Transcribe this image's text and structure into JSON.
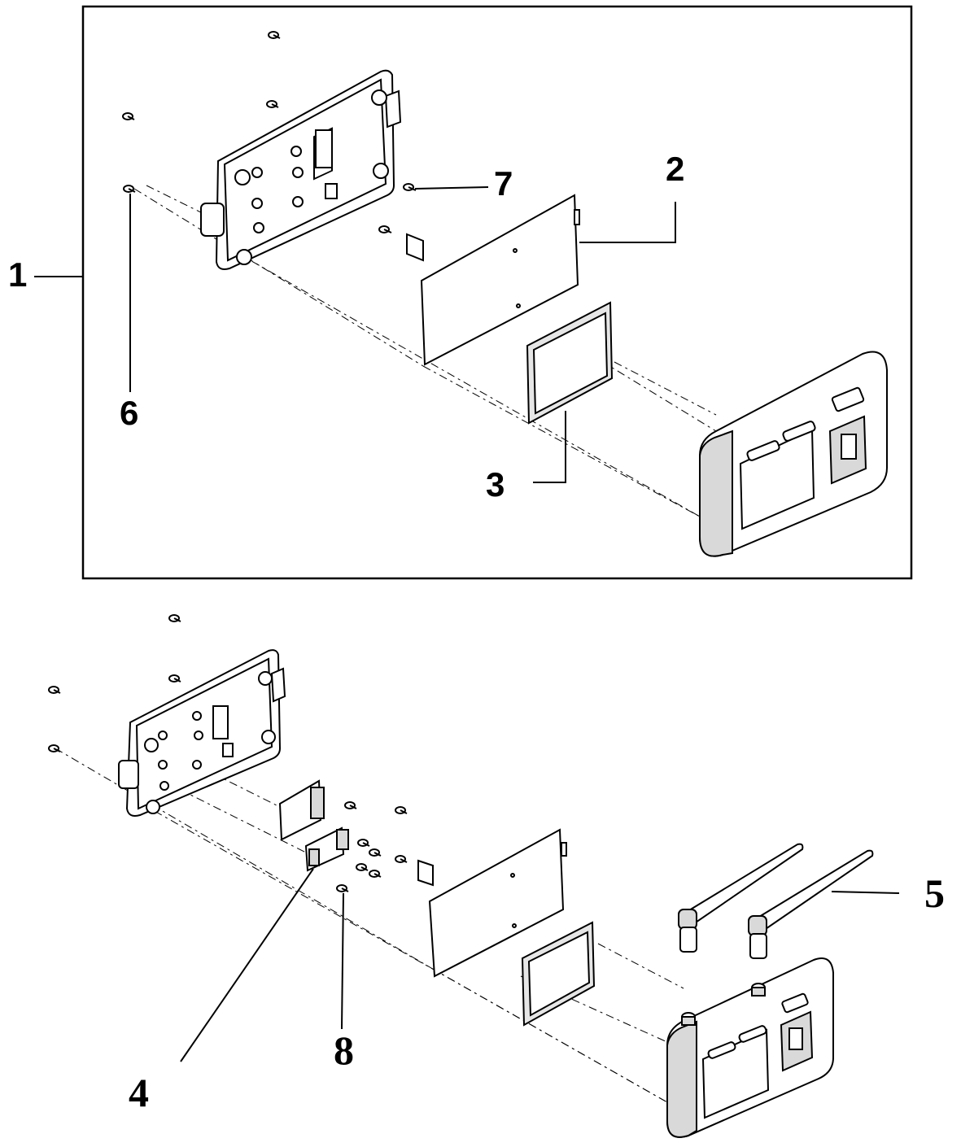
{
  "callouts": {
    "c1": "1",
    "c2": "2",
    "c3": "3",
    "c4": "4",
    "c5": "5",
    "c6": "6",
    "c7": "7",
    "c8": "8"
  },
  "colors": {
    "ink": "#000000",
    "part_fill": "#ffffff",
    "shade": "#d9d9d9",
    "screen": "#e6e6e6"
  }
}
